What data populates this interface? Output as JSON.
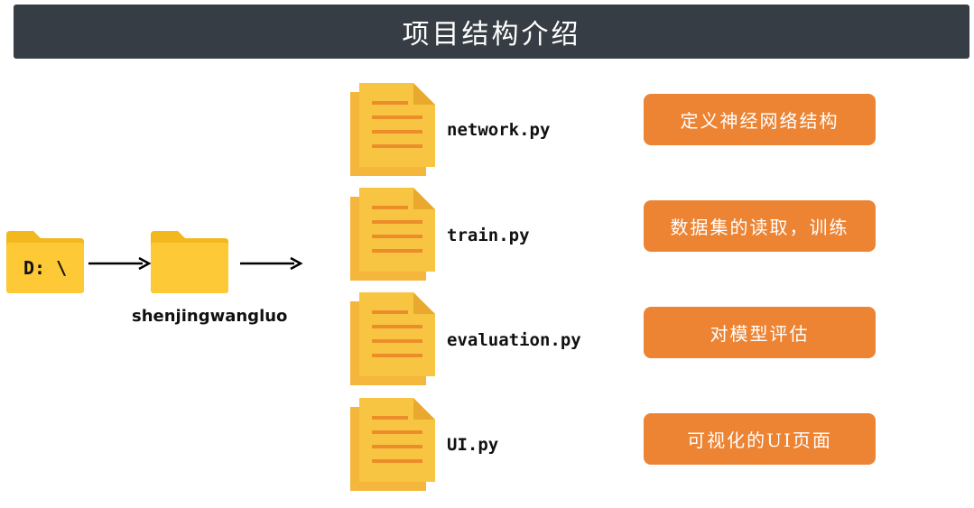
{
  "title": "项目结构介绍",
  "root_folder": {
    "label": "D: \\",
    "icon": "folder-icon"
  },
  "project_folder": {
    "label": "shenjingwangluo",
    "icon": "folder-icon"
  },
  "files": [
    {
      "name": "network.py",
      "description": "定义神经网络结构",
      "icon": "document-icon"
    },
    {
      "name": "train.py",
      "description": "数据集的读取，训练",
      "icon": "document-icon"
    },
    {
      "name": "evaluation.py",
      "description": "对模型评估",
      "icon": "document-icon"
    },
    {
      "name": "UI.py",
      "description": "可视化的UI页面",
      "icon": "document-icon"
    }
  ],
  "colors": {
    "title_bar": "#373d44",
    "folder": "#fdc936",
    "document": "#f7c542",
    "description_box": "#ec8434"
  }
}
